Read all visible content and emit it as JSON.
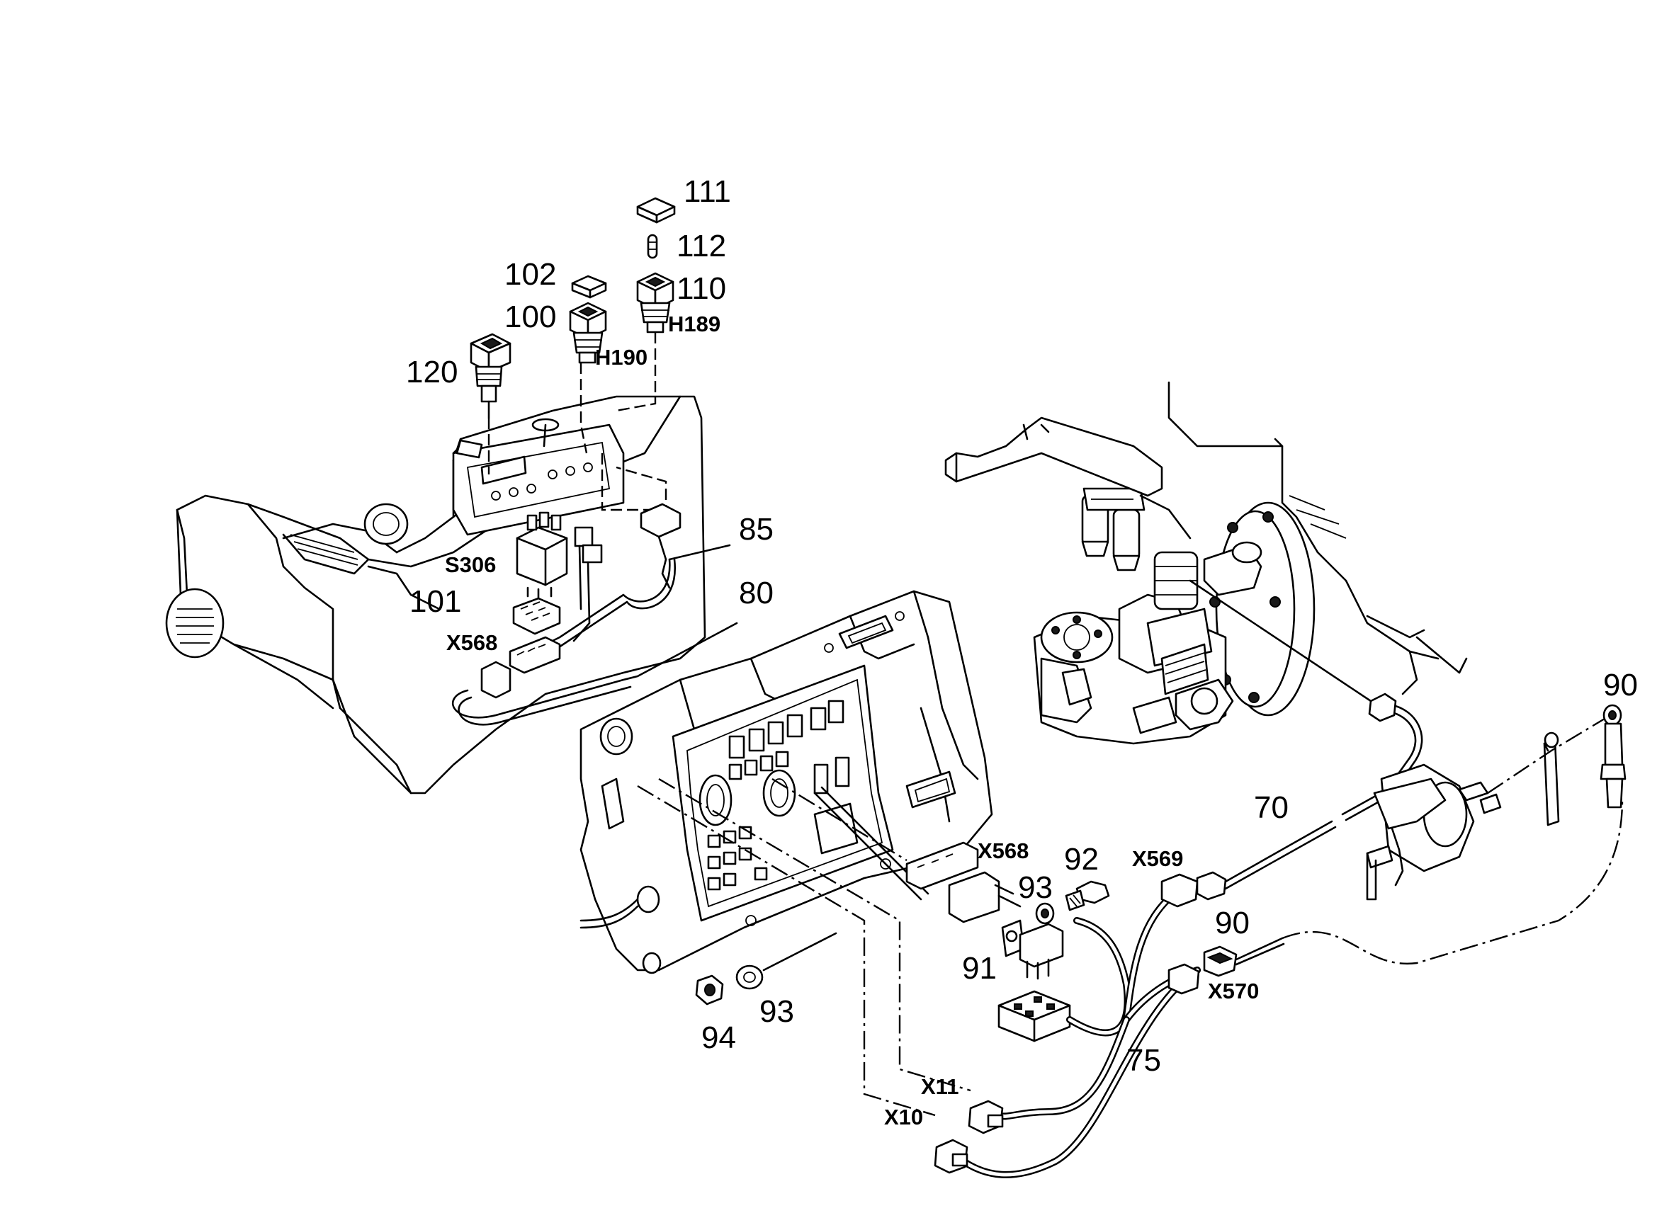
{
  "labels": {
    "p111": "111",
    "p112": "112",
    "p110": "110",
    "h189": "H189",
    "p102": "102",
    "p100": "100",
    "h190": "H190",
    "p120": "120",
    "p85": "85",
    "p80": "80",
    "s306": "S306",
    "p101": "101",
    "x568_left": "X568",
    "x568_mid": "X568",
    "p92": "92",
    "p93_mid": "93",
    "x569": "X569",
    "p70": "70",
    "p90_top": "90",
    "p90_mid": "90",
    "p91": "91",
    "x570": "X570",
    "p94": "94",
    "p93_low": "93",
    "p75": "75",
    "x11": "X11",
    "x10": "X10"
  }
}
